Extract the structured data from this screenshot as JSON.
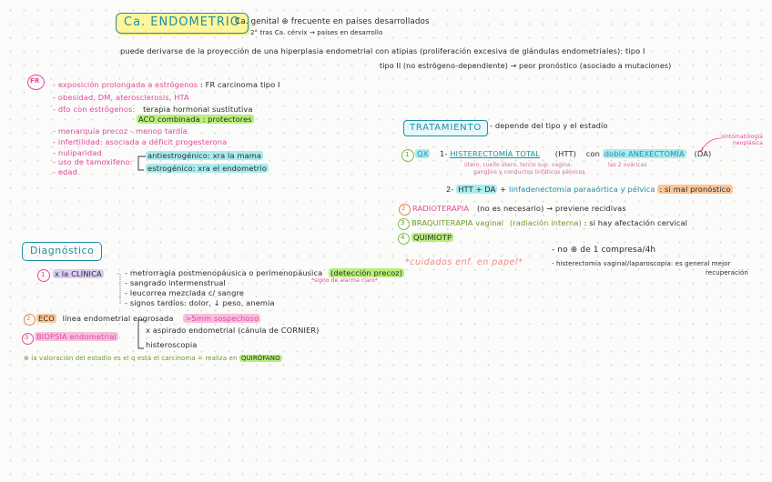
{
  "title": {
    "text": "Ca. ENDOMETRIO"
  },
  "header": {
    "line1": "Ca. genital ⊕ frecuente en países desarrollados",
    "line2": "2° tras Ca. cérvix → países en desarrollo"
  },
  "origin": {
    "line": "puede derivarse de la proyección de una hiperplasia endometrial con atipias (proliferación excesiva de glándulas endometriales): tipo I",
    "type2": "tipo II (no estrógeno-dependiente) → peor pronóstico (asociado a mutaciones)"
  },
  "fr": {
    "badge": "FR",
    "exposicion": "- exposición prolongada a estrógenos",
    "exposicion_note": ": FR carcinoma tipo I",
    "obesidad": "- obesidad, DM, aterosclerosis, HTA",
    "dto": "- dto con estrógenos:",
    "terapia": "terapia hormonal sustitutiva",
    "aco": "ACO combinada : protectores",
    "menarquia": "- menarquía precoz - menop tardía",
    "infertilidad": "- infertilidad: asociada a déficit progesterona",
    "nuliparidad": "- nuliparidad",
    "tamoxifeno": "- uso de tamoxifeno:",
    "anti": "antiestrogénico: xra la mama",
    "estro": "estrogénico: xra el endometrio",
    "edad": "- edad"
  },
  "tratamiento": {
    "title": "TRATAMIENTO",
    "depende": "- depende del tipo y el estadío",
    "n1": "1",
    "qx": "QX",
    "item1_pre": "1- ",
    "histerectomia": "HISTERECTOMÍA TOTAL",
    "htt": "(HTT)",
    "con": "con",
    "doble": "doble ANEXECTOMÍA",
    "da": "(DA)",
    "note1": "útero, cuello útero, tercio sup. vagina,",
    "note2": "ganglios y conductos linfáticos pélvicos",
    "note3": "las 2 ováricas",
    "sintoma": "sintomatología neoplásica",
    "item2_pre": "2- ",
    "htt_da": "HTT + DA",
    "plus": "+",
    "linfa": "linfadenectomía paraaórtica y pélvica",
    "mal": ": si mal pronóstico",
    "n2": "2",
    "radio": "RADIOTERAPIA",
    "radio_note": "(no es necesario) → previene recidivas",
    "n3": "3",
    "braqui": "BRAQUITERAPIA vaginal",
    "braqui_note": "(radiación interna)",
    "braqui_tail": ": si hay afectación cervical",
    "n4": "4",
    "quimio": "QUIMIOTP",
    "cuidados": "*cuidados enf. en papel*",
    "no": "- no ⊕ de 1 compresa/4h",
    "histlap": "- histerectomía vaginal/laparoscopia: es general mejor",
    "recup": "recuperación"
  },
  "diagnostico": {
    "title": "Diagnóstico",
    "n1": "1",
    "clinica": "x la CLÍNICA",
    "metro": "- metrorragia postmenopáusica o perimenopáusica",
    "deteccion": "(detección precoz)",
    "signo": "*signo de alarma claro*",
    "sangrado": "- sangrado intermenstrual",
    "leucorrea": "- leucorrea mezclada c/ sangre",
    "tardios": "- signos tardíos: dolor, ↓ peso, anemia",
    "n2": "2",
    "eco": "ECO",
    "eco_line": "línea endometrial engrosada",
    "eco_mm": ">5mm sospechoso",
    "n3": "3",
    "biopsia": "BIOPSIA endometrial",
    "biopsia_a": "x aspirado endometrial (cánula de CORNIER)",
    "biopsia_b": "histeroscopia",
    "estadio_pre": "⊕ la valoración del estadío",
    "estadio_mid": "es el q está el carcinoma = realiza en",
    "quirofano": "QUIRÓFANO"
  }
}
